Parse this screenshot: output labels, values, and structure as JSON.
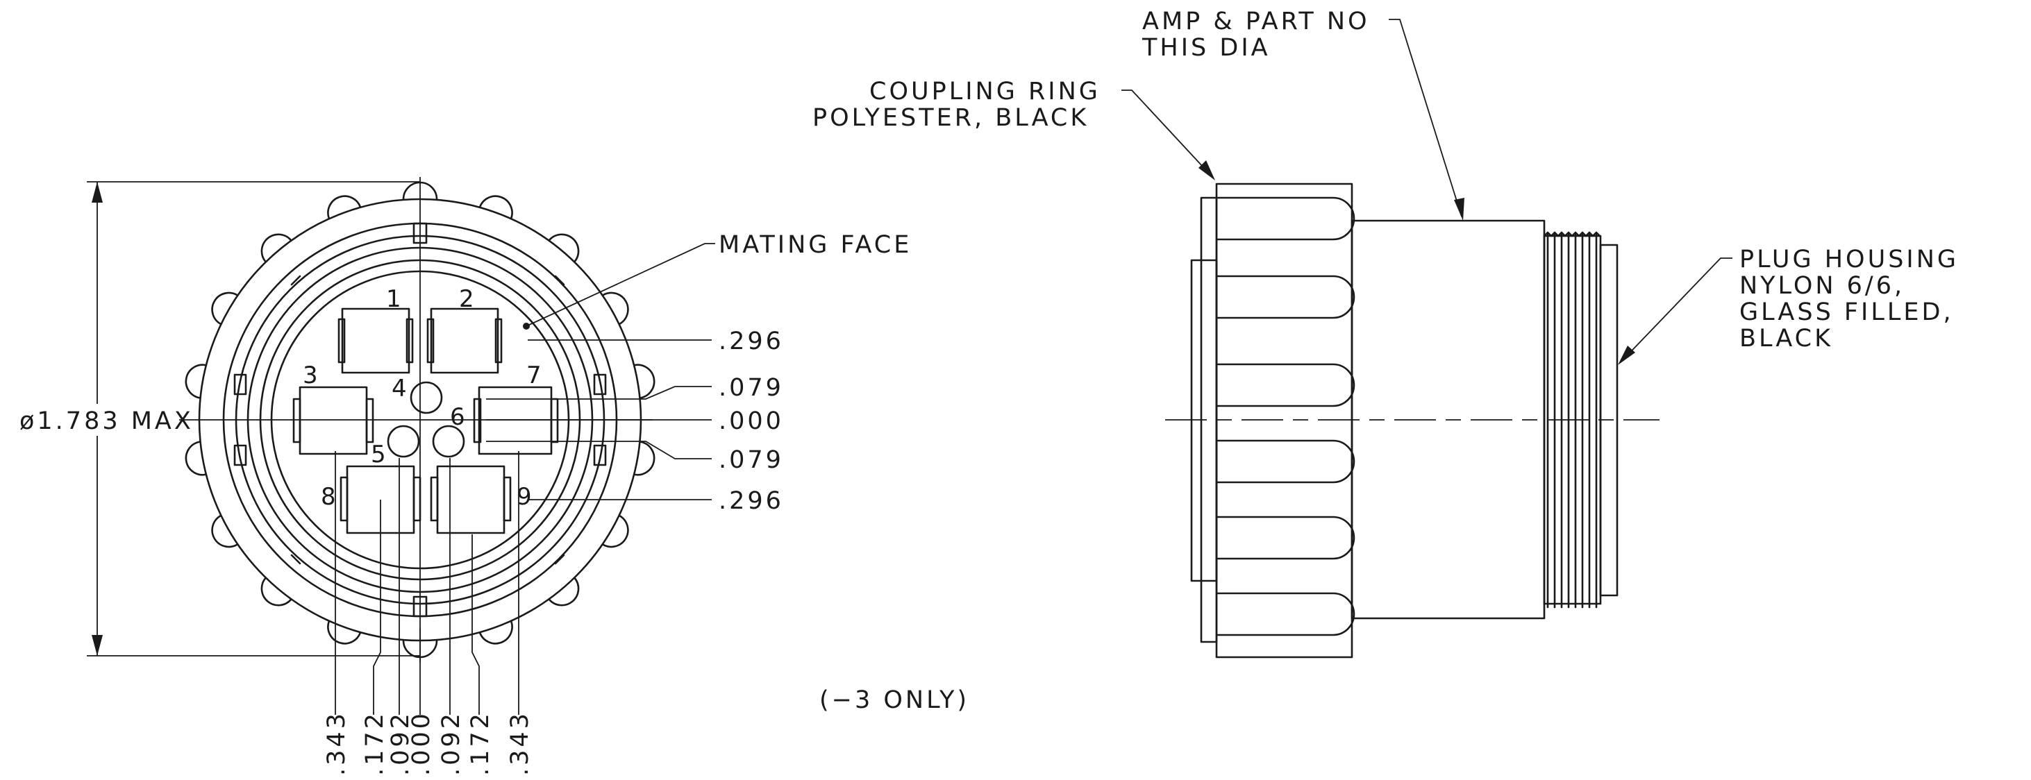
{
  "diagram": {
    "front_view": {
      "diameter_label": "ø1.783 MAX",
      "mating_face_label": "MATING FACE",
      "pins": [
        "1",
        "2",
        "3",
        "4",
        "5",
        "6",
        "7",
        "8",
        "9"
      ],
      "vertical_dims": [
        ".296",
        ".079",
        ".000",
        ".079",
        ".296"
      ],
      "horizontal_dims": [
        ".343",
        ".172",
        ".092",
        ".000",
        ".092",
        ".172",
        ".343"
      ]
    },
    "side_view": {
      "amp_part_no": [
        "AMP & PART NO",
        "THIS DIA"
      ],
      "coupling_ring": [
        "COUPLING RING",
        "POLYESTER, BLACK"
      ],
      "plug_housing": [
        "PLUG HOUSING",
        "NYLON 6/6,",
        "GLASS FILLED,",
        "BLACK"
      ]
    },
    "note": "(−3 ONLY)"
  }
}
